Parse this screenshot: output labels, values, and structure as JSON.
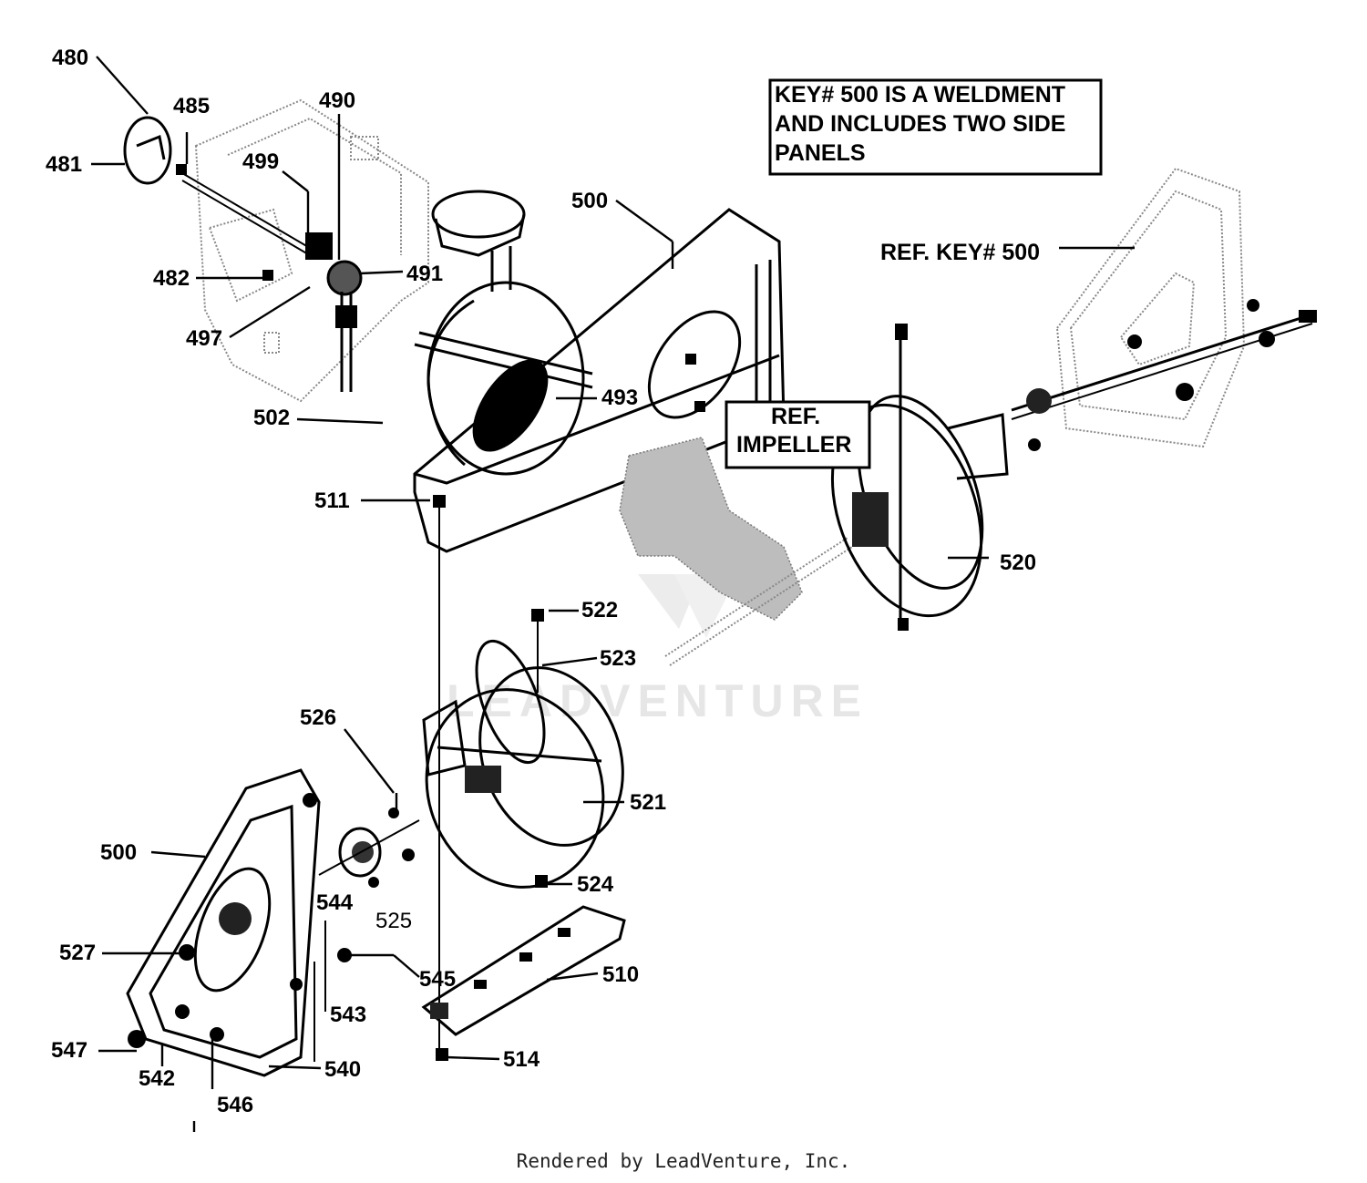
{
  "notes": {
    "weldment_line1": "KEY# 500 IS A WELDMENT",
    "weldment_line2": "AND INCLUDES TWO SIDE",
    "weldment_line3": "PANELS",
    "ref_key": "REF. KEY# 500",
    "ref_impeller_line1": "REF.",
    "ref_impeller_line2": "IMPELLER"
  },
  "part_labels": {
    "p480": "480",
    "p481": "481",
    "p482": "482",
    "p485": "485",
    "p490": "490",
    "p491": "491",
    "p493": "493",
    "p497": "497",
    "p499": "499",
    "p500a": "500",
    "p500b": "500",
    "p502": "502",
    "p510": "510",
    "p511": "511",
    "p514": "514",
    "p520": "520",
    "p521": "521",
    "p522": "522",
    "p523": "523",
    "p524": "524",
    "p525": "525",
    "p526": "526",
    "p527": "527",
    "p540": "540",
    "p542": "542",
    "p543": "543",
    "p544": "544",
    "p545": "545",
    "p546": "546",
    "p547": "547"
  },
  "watermark": "LEADVENTURE",
  "footer": "Rendered by LeadVenture, Inc."
}
